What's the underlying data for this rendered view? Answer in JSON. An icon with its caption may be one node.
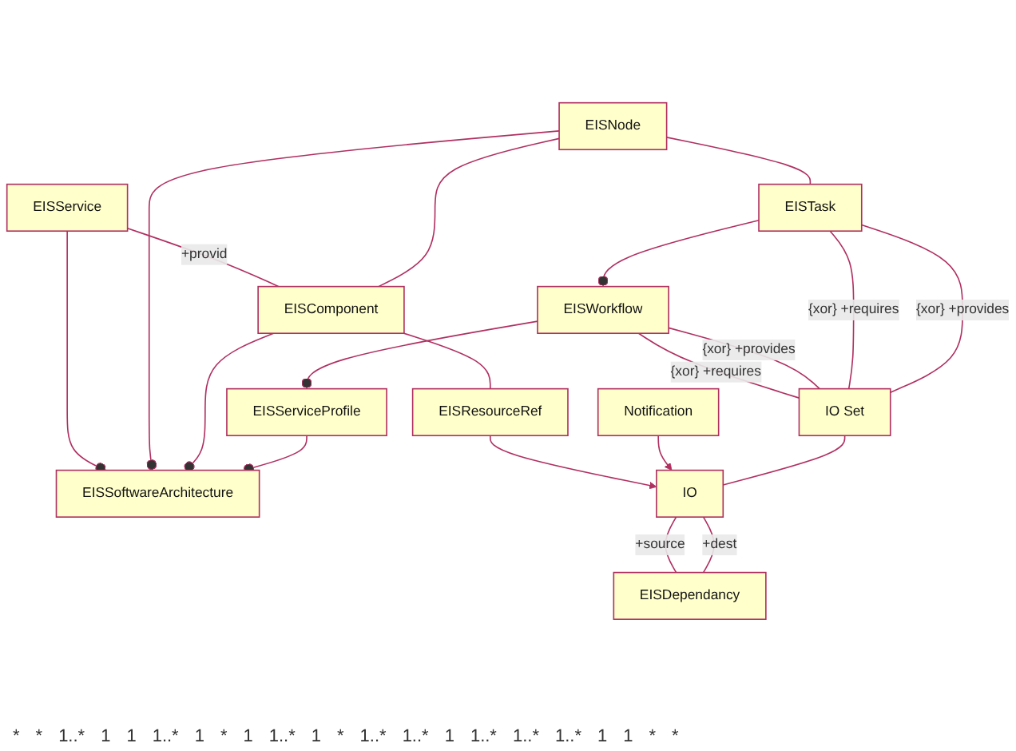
{
  "diagram": {
    "nodes": [
      {
        "text": [
          "EISSoftwareArchitecture"
        ]
      },
      {
        "text": [
          "EISService"
        ]
      },
      {
        "text": [
          "EISNode"
        ]
      },
      {
        "text": [
          "EISComponent"
        ]
      },
      {
        "text": [
          "EISResourceRef"
        ]
      },
      {
        "text": [
          "Notification"
        ]
      },
      {
        "text": [
          "EISServiceProfile"
        ]
      },
      {
        "text": [
          "EISWorkflow"
        ]
      },
      {
        "text": [
          "EISTask"
        ]
      },
      {
        "text": [
          "IO Set"
        ]
      },
      {
        "text": [
          "IO"
        ]
      },
      {
        "text": [
          "EISDependancy"
        ]
      }
    ],
    "edges": [
      {
        "from": 1,
        "to": 0,
        "arrow": "other"
      },
      {
        "from": 2,
        "to": 0,
        "arrow": "other"
      },
      {
        "from": 1,
        "to": 3,
        "arrow": "none",
        "label": "+provid"
      },
      {
        "from": 2,
        "to": 3,
        "arrow": "none"
      },
      {
        "from": 3,
        "to": 0,
        "arrow": "other"
      },
      {
        "from": 6,
        "to": 0,
        "arrow": "other"
      },
      {
        "from": 3,
        "to": 4,
        "arrow": "none"
      },
      {
        "from": 2,
        "to": 8,
        "arrow": "none"
      },
      {
        "from": 7,
        "to": 6,
        "arrow": "other"
      },
      {
        "from": 4,
        "to": 10,
        "arrow": "to"
      },
      {
        "from": 5,
        "to": 10,
        "arrow": "to"
      },
      {
        "from": 8,
        "to": 7,
        "arrow": "other"
      },
      {
        "from": 7,
        "to": 9,
        "arrow": "none",
        "label": "{xor} +requires"
      },
      {
        "from": 7,
        "to": 9,
        "arrow": "none",
        "label": "{xor} +provides"
      },
      {
        "from": 8,
        "to": 9,
        "arrow": "none",
        "label": "{xor} +requires"
      },
      {
        "from": 8,
        "to": 9,
        "arrow": "none",
        "label": "{xor} +provides"
      },
      {
        "from": 9,
        "to": 10,
        "arrow": "none"
      },
      {
        "from": 10,
        "to": 11,
        "arrow": "none",
        "label": "+source"
      },
      {
        "from": 10,
        "to": 11,
        "arrow": "none",
        "label": "+dest"
      }
    ],
    "labels": [
      "*",
      "*",
      "1..*",
      "1",
      "1",
      "1..*",
      "1",
      "*",
      "1",
      "1..*",
      "1",
      "*",
      "1..*",
      "1..*",
      "1",
      "1..*",
      "1..*",
      "1..*",
      "1",
      "1",
      "*",
      "*"
    ]
  }
}
